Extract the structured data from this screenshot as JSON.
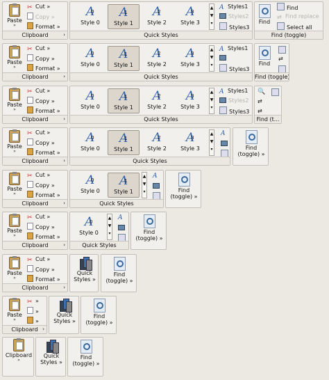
{
  "clipboard": {
    "title": "Clipboard",
    "paste": "Paste",
    "cut": "Cut",
    "copy": "Copy",
    "format": "Format"
  },
  "quick_styles": {
    "title": "Quick Styles",
    "short_title": "Quick\nStyles",
    "styles": [
      {
        "num": "0",
        "label": "Style 0"
      },
      {
        "num": "1",
        "label": "Style 1"
      },
      {
        "num": "2",
        "label": "Style 2"
      },
      {
        "num": "3",
        "label": "Style 3"
      }
    ],
    "side": [
      "Styles1",
      "Styles2",
      "Styles3"
    ]
  },
  "find": {
    "title": "Find (toggle)",
    "title_short": "Find (t...",
    "btn": "Find",
    "btn2": "(toggle)",
    "find": "Find",
    "replace": "Find replace",
    "select_all": "Select all"
  },
  "glyphs": {
    "arrow": "›",
    "chev": "»",
    "up": "▲",
    "down": "▼",
    "more": "▾"
  }
}
